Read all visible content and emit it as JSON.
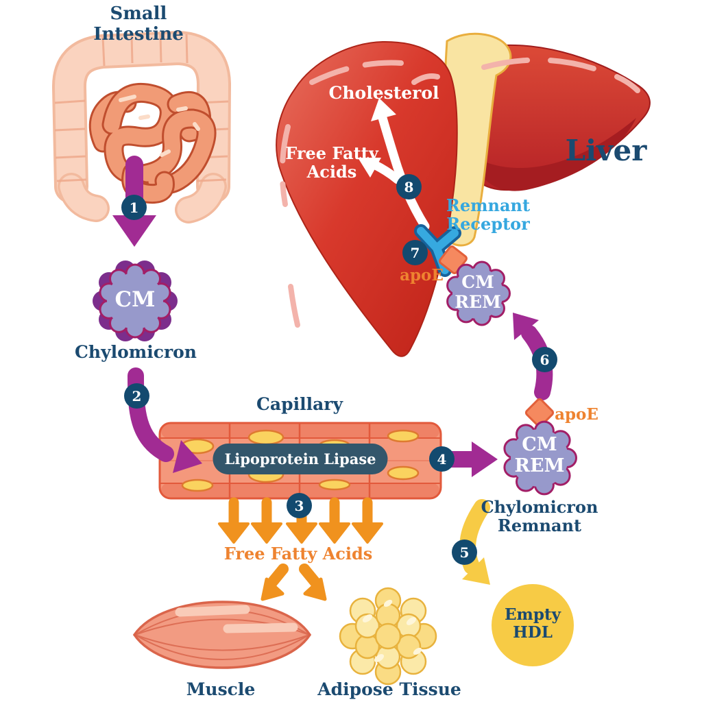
{
  "labels": {
    "small_intestine": "Small Intestine",
    "chylomicron": "Chylomicron",
    "cm": "CM",
    "capillary": "Capillary",
    "lipoprotein_lipase": "Lipoprotein Lipase",
    "free_fatty_acids": "Free Fatty Acids",
    "muscle": "Muscle",
    "adipose_tissue": "Adipose Tissue",
    "empty_hdl": "Empty HDL",
    "cm_rem": "CM REM",
    "chylomicron_remnant": "Chylomicron Remnant",
    "apoe": "apoE",
    "remnant_receptor": "Remnant Receptor",
    "liver": "Liver",
    "cholesterol": "Cholesterol",
    "liver_free_fatty_acids": "Free Fatty Acids"
  },
  "steps": [
    "1",
    "2",
    "3",
    "4",
    "5",
    "6",
    "7",
    "8"
  ],
  "colors": {
    "navy_text": "#1B4A70",
    "badge_navy": "#134A6F",
    "purple_arrow": "#A12B93",
    "periwinkle_particle": "#9799CB",
    "magenta_outline": "#A21E66",
    "dark_purple_ring": "#7C2E8C",
    "orange_arrow": "#F0921E",
    "orange_text": "#EE8330",
    "yellow_hdl": "#F7CB45",
    "receptor_blue": "#35A7DF",
    "liver_red": "#D0342C",
    "ligament_yellow": "#F9E4A2",
    "capillary_salmon": "#F4987C",
    "lipase_pill": "#33566B",
    "apoe_square": "#F5895F"
  }
}
